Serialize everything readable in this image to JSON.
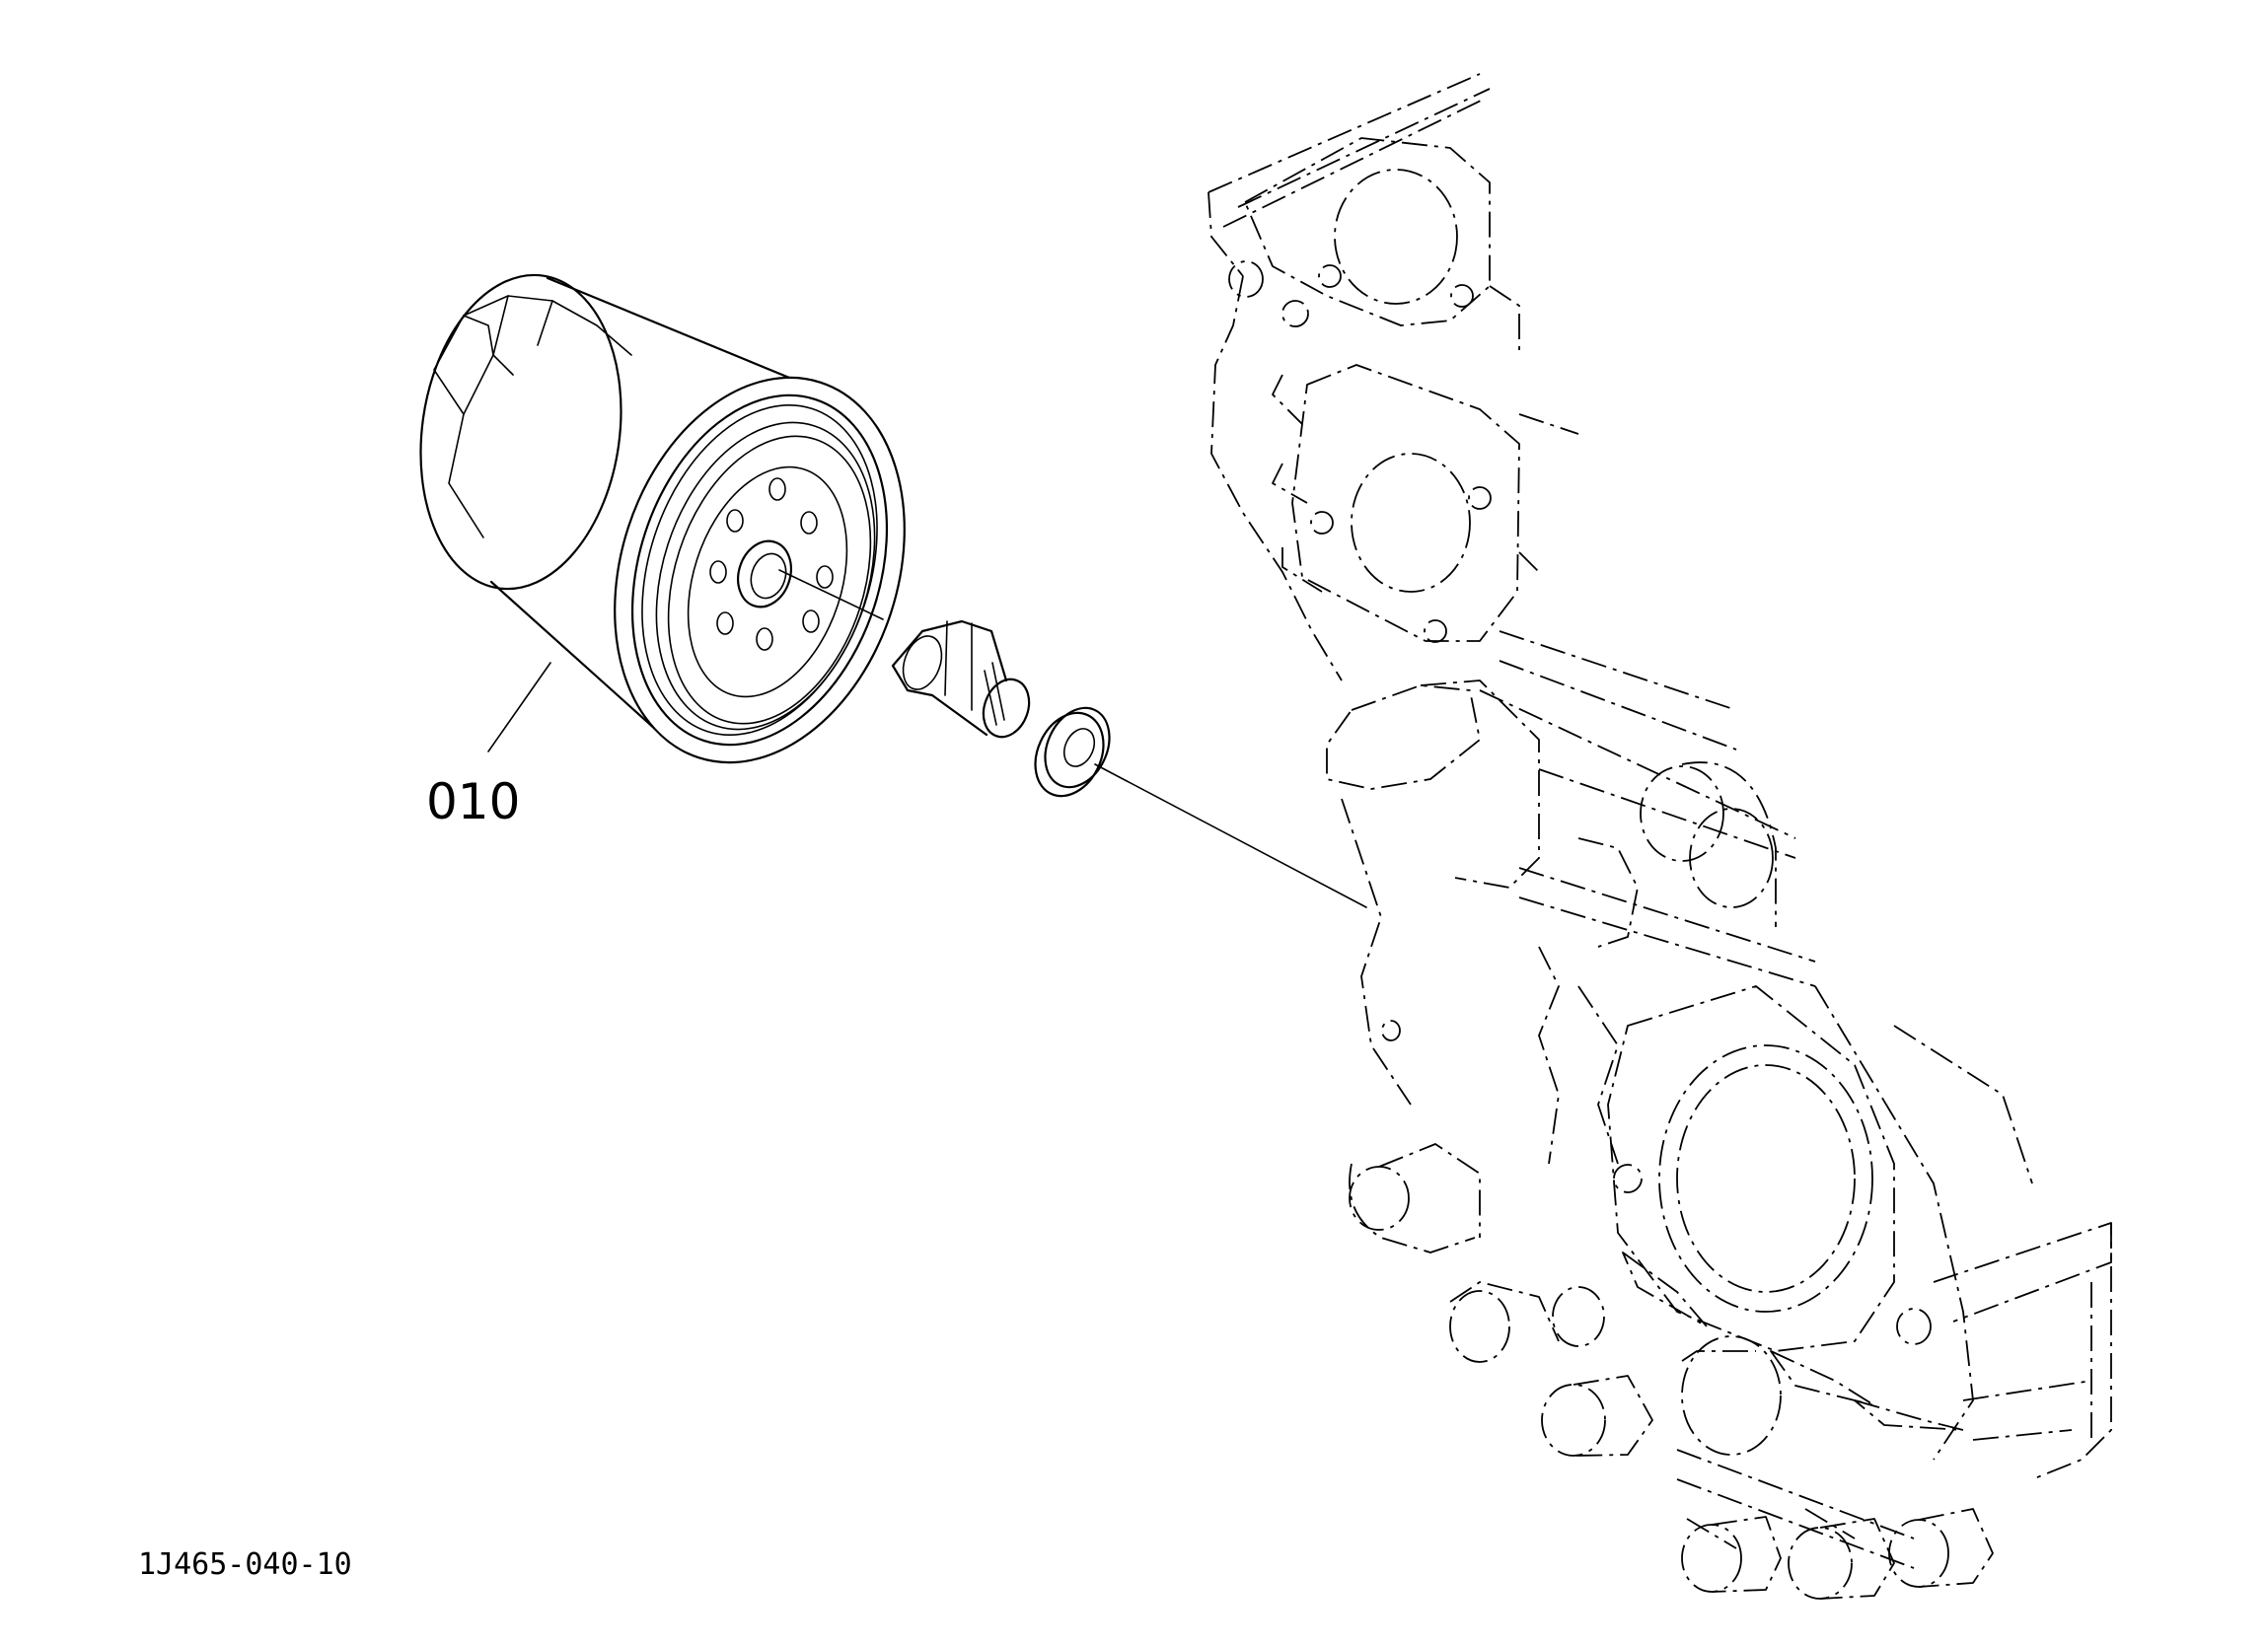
{
  "callouts": [
    {
      "id": "010",
      "label": "010"
    }
  ],
  "drawing_code": "1J465-040-10"
}
